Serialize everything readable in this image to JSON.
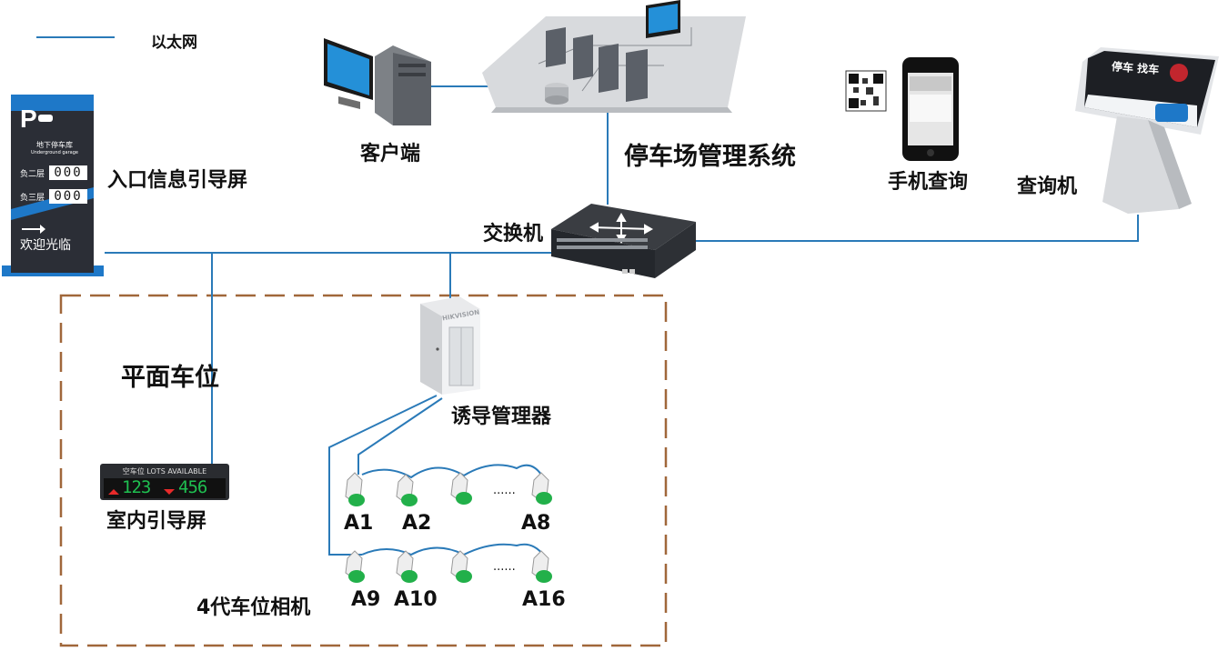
{
  "legend": {
    "line_label": "以太网"
  },
  "entry_screen": {
    "label": "入口信息引导屏",
    "sign_title": "地下停车库",
    "sign_subtitle": "Underground garage",
    "floor1_label": "负二层",
    "floor1_value": "000",
    "floor2_label": "负三层",
    "floor2_value": "000",
    "welcome": "欢迎光临"
  },
  "client": {
    "label": "客户端"
  },
  "system": {
    "label": "停车场管理系统"
  },
  "phone": {
    "label": "手机查询"
  },
  "kiosk": {
    "label": "查询机",
    "screen_text1": "停车 找车"
  },
  "switch": {
    "label": "交换机"
  },
  "zone": {
    "label": "平面车位"
  },
  "controller": {
    "label": "诱导管理器",
    "brand": "HIKVISION"
  },
  "indoor_screen": {
    "label": "室内引导屏",
    "header": "空车位 LOTS AVAILABLE",
    "value1": "123",
    "value2": "456"
  },
  "cameras": {
    "label": "4代车位相机",
    "row1": [
      "A1",
      "A2",
      "A8"
    ],
    "row2": [
      "A9",
      "A10",
      "A16"
    ],
    "ellipsis": "......"
  },
  "colors": {
    "line": "#2a7ab8",
    "zone_border": "#a0673a",
    "sign_bg": "#2b2e36",
    "sign_accent": "#1e78c8"
  }
}
